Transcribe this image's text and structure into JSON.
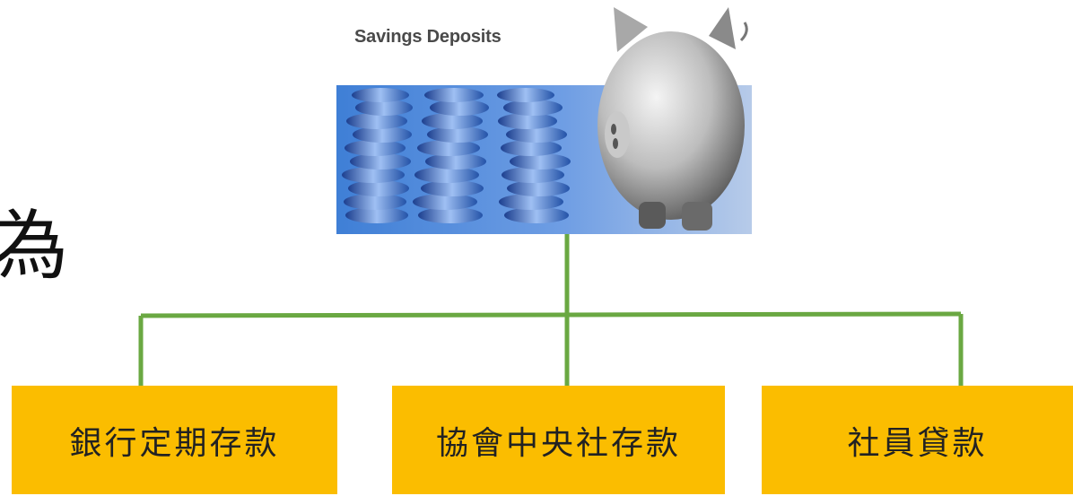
{
  "image": {
    "caption": "Savings Deposits",
    "description_icon": "piggy-bank-with-coin-stacks"
  },
  "side_text": "為",
  "branches": [
    {
      "label": "銀行定期存款"
    },
    {
      "label": "協會中央社存款"
    },
    {
      "label": "社員貸款"
    }
  ],
  "colors": {
    "box_fill": "#fbbd00",
    "connector": "#6aa842",
    "image_bg": "#5d8fd8"
  }
}
